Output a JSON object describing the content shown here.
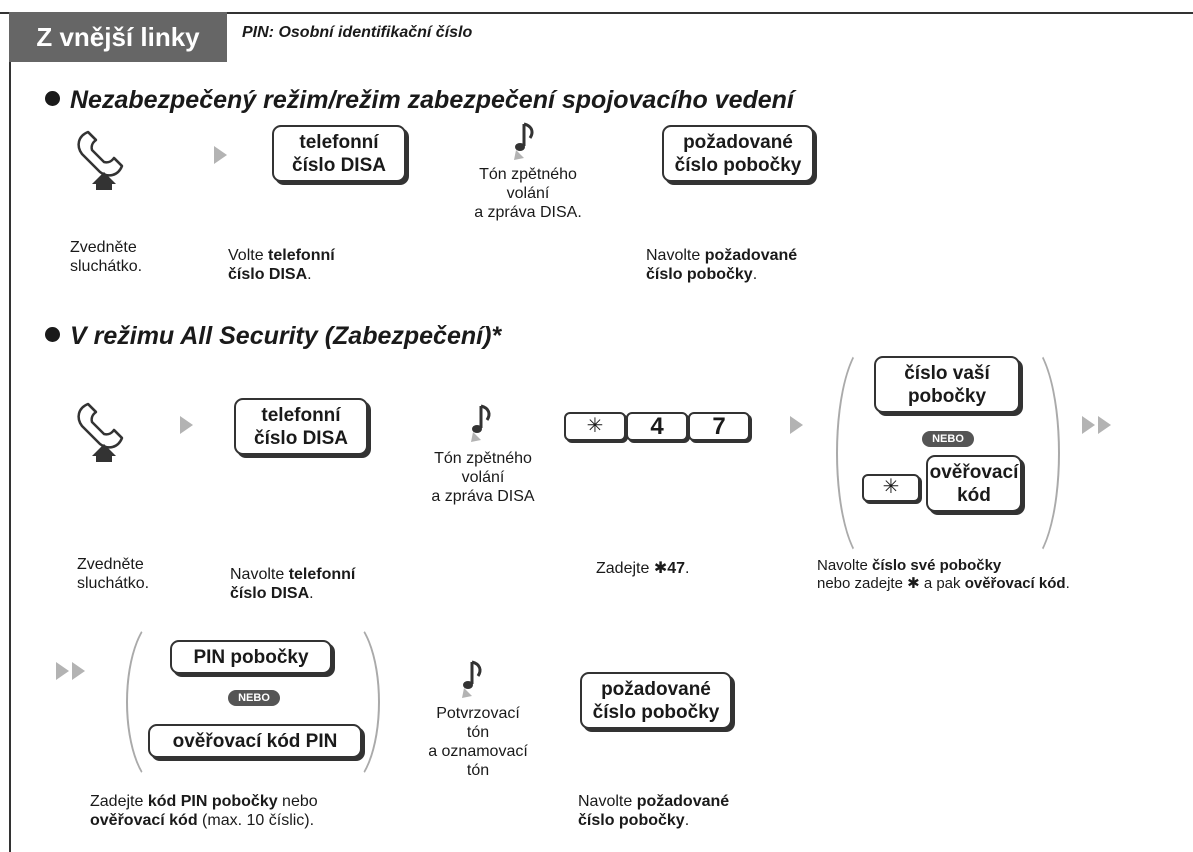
{
  "header": {
    "tab": "Z vnější linky",
    "subtitle": "PIN: Osobní identifikační číslo"
  },
  "section1": {
    "title": "Nezabezpečený režim/režim zabezpečení spojovacího vedení",
    "box_disa": [
      "telefonní",
      "číslo DISA"
    ],
    "tone": [
      "Tón zpětného",
      "volání",
      "a zpráva DISA."
    ],
    "box_ext": [
      "požadované",
      "číslo pobočky"
    ],
    "cap_lift": [
      "Zvedněte",
      "sluchátko."
    ],
    "cap_dial_pre": "Volte ",
    "cap_dial_b1": "telefonní",
    "cap_dial_b2": "číslo DISA",
    "cap_dial_post": ".",
    "cap_ext_pre": "Navolte ",
    "cap_ext_b1": "požadované",
    "cap_ext_b2": "číslo pobočky",
    "cap_ext_post": "."
  },
  "section2": {
    "title": "V režimu All Security (Zabezpečení)*",
    "box_disa": [
      "telefonní",
      "číslo DISA"
    ],
    "tone": [
      "Tón zpětného",
      "volání",
      "a zpráva DISA"
    ],
    "keys": [
      "✳",
      "4",
      "7"
    ],
    "box_own": [
      "číslo vaší",
      "pobočky"
    ],
    "nebo": "NEBO",
    "star_key": "✳",
    "box_verify": [
      "ověřovací",
      "kód"
    ],
    "cap_lift": [
      "Zvedněte",
      "sluchátko."
    ],
    "cap_dial_pre": "Navolte ",
    "cap_dial_b1": "telefonní",
    "cap_dial_b2": "číslo DISA",
    "cap_dial_post": ".",
    "cap_code_pre": "Zadejte ",
    "cap_code_b": "✱47",
    "cap_code_post": ".",
    "cap_own_pre": "Navolte ",
    "cap_own_b": "číslo své pobočky",
    "cap_own_line2_pre": "nebo zadejte ",
    "cap_own_star": "✱",
    "cap_own_mid": " a pak ",
    "cap_own_b2": "ověřovací kód",
    "cap_own_post": "."
  },
  "section3": {
    "box_pin": "PIN pobočky",
    "nebo": "NEBO",
    "box_verify_pin": "ověřovací kód PIN",
    "tone": [
      "Potvrzovací",
      "tón",
      "a oznamovací",
      "tón"
    ],
    "box_ext": [
      "požadované",
      "číslo pobočky"
    ],
    "cap_pin_pre": "Zadejte ",
    "cap_pin_b": "kód PIN pobočky",
    "cap_pin_post": " nebo",
    "cap_pin_b2": "ověřovací kód",
    "cap_pin_post2": " (max. 10 číslic).",
    "cap_ext_pre": "Navolte ",
    "cap_ext_b1": "požadované",
    "cap_ext_b2": "číslo pobočky",
    "cap_ext_post": "."
  },
  "colors": {
    "header_bg": "#666666",
    "arrow": "#b3b3b3",
    "nebo_bg": "#555555"
  },
  "icons": [
    "handset-off-hook-icon",
    "music-note-tone-icon",
    "triangle-arrow-icon",
    "double-arrow-icon"
  ]
}
